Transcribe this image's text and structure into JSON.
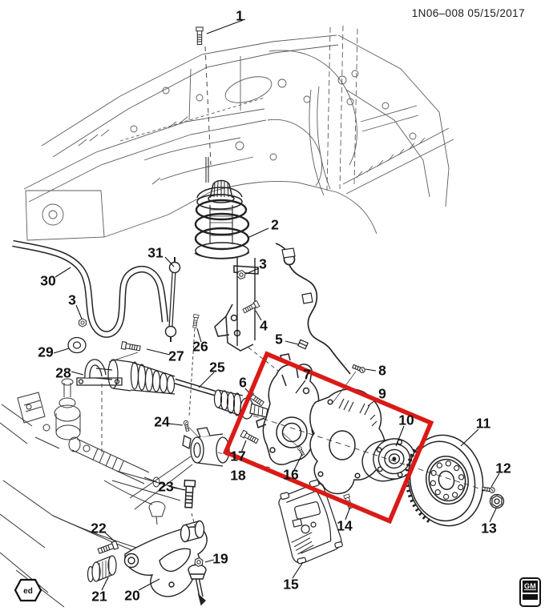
{
  "header": {
    "text": "1N06–008 05/15/2017"
  },
  "highlight": {
    "color": "#da1a16"
  },
  "footer": {
    "left_badge": "ed",
    "brand": "GM"
  },
  "callouts": [
    "1",
    "2",
    "31",
    "3",
    "30",
    "3",
    "4",
    "5",
    "26",
    "27",
    "29",
    "28",
    "25",
    "6",
    "7",
    "8",
    "9",
    "10",
    "11",
    "24",
    "17",
    "18",
    "16",
    "12",
    "23",
    "13",
    "14",
    "22",
    "19",
    "15",
    "20",
    "21"
  ]
}
